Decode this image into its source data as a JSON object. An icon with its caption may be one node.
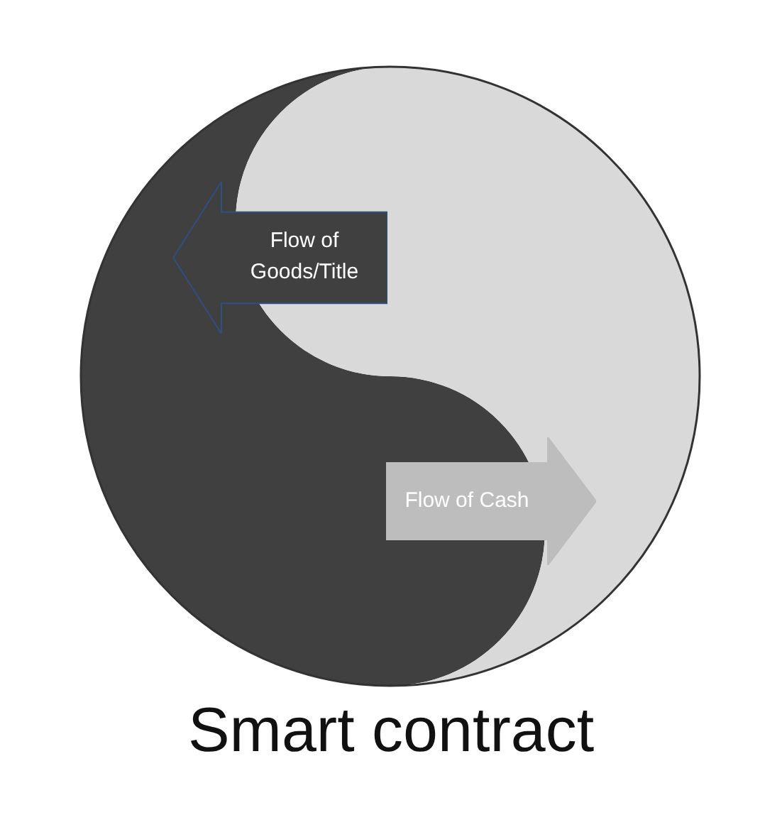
{
  "diagram": {
    "caption": "Smart contract",
    "nodes": [
      {
        "text": [
          "Flow of Goods/Title"
        ]
      },
      {
        "text": [
          "Flow of Cash"
        ]
      }
    ]
  }
}
